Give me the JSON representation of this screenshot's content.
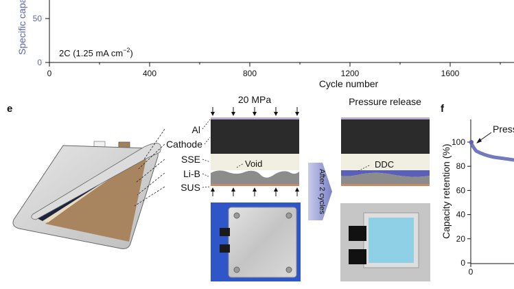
{
  "top_chart": {
    "ylabel": "Specific capa",
    "ytick_labels": [
      "50",
      "0"
    ],
    "x_ticks": [
      {
        "value": 0,
        "label": "0"
      },
      {
        "value": 400,
        "label": "400"
      },
      {
        "value": 800,
        "label": "800"
      },
      {
        "value": 1200,
        "label": "1200"
      },
      {
        "value": 1600,
        "label": "1600"
      }
    ],
    "xlabel": "Cycle number",
    "annotation": "2C (1.25 mA cm",
    "annotation_sup": "−2",
    "annotation_close": ")"
  },
  "panel_e": {
    "label": "e",
    "layers": [
      "Al",
      "Cathode",
      "SSE",
      "Li-B",
      "SUS"
    ],
    "pressure_label": "20 MPa",
    "void_label": "Void",
    "arrow_label": "After 2 cycles",
    "release_label": "Pressure release",
    "ddc_label": "DDC"
  },
  "panel_f": {
    "label": "f",
    "ylabel": "Capacity retention (%)",
    "yticks": [
      "100",
      "80",
      "60",
      "40",
      "20",
      "0"
    ],
    "xtick": "0",
    "annotation": "Press"
  },
  "colors": {
    "accent_blue": "#5b63b0",
    "dark_layer": "#2b2b2b",
    "sse": "#f1efe1",
    "li_b": "#8c8c8c",
    "sus": "#c98a63",
    "ddc": "#5a5fb8",
    "plate_blue": "#2f56c8",
    "cathode_blue": "#8fd0e6"
  }
}
